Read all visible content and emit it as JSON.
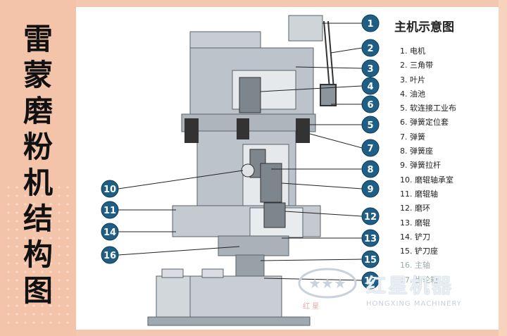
{
  "side_title": {
    "chars": [
      "雷",
      "蒙",
      "磨",
      "粉",
      "机",
      "结",
      "构",
      "图"
    ]
  },
  "legend": {
    "title": "主机示意图",
    "items": [
      "1. 电机",
      "2. 三角带",
      "3. 叶片",
      "4. 油池",
      "5. 软连接工业布",
      "6. 弹簧定位套",
      "7. 弹簧",
      "8. 弹簧座",
      "9. 弹簧拉杆",
      "10. 磨辊轴承室",
      "11. 磨辊轴",
      "12. 磨环",
      "13. 磨辊",
      "14. 铲刀",
      "15. 铲刀座",
      "16. 主轴",
      "17. 齿轮箱"
    ]
  },
  "callouts": [
    "1",
    "2",
    "3",
    "4",
    "5",
    "6",
    "7",
    "8",
    "9",
    "10",
    "11",
    "12",
    "13",
    "14",
    "15",
    "16",
    "17"
  ],
  "watermark": {
    "brand": "红星机器",
    "english": "HONGXING MACHINERY",
    "cn_small": "红  星"
  },
  "colors": {
    "callout_fill": "#1f5f86",
    "machine_gray": "#bcc3ca",
    "page_bg": "#f4c8b0"
  }
}
